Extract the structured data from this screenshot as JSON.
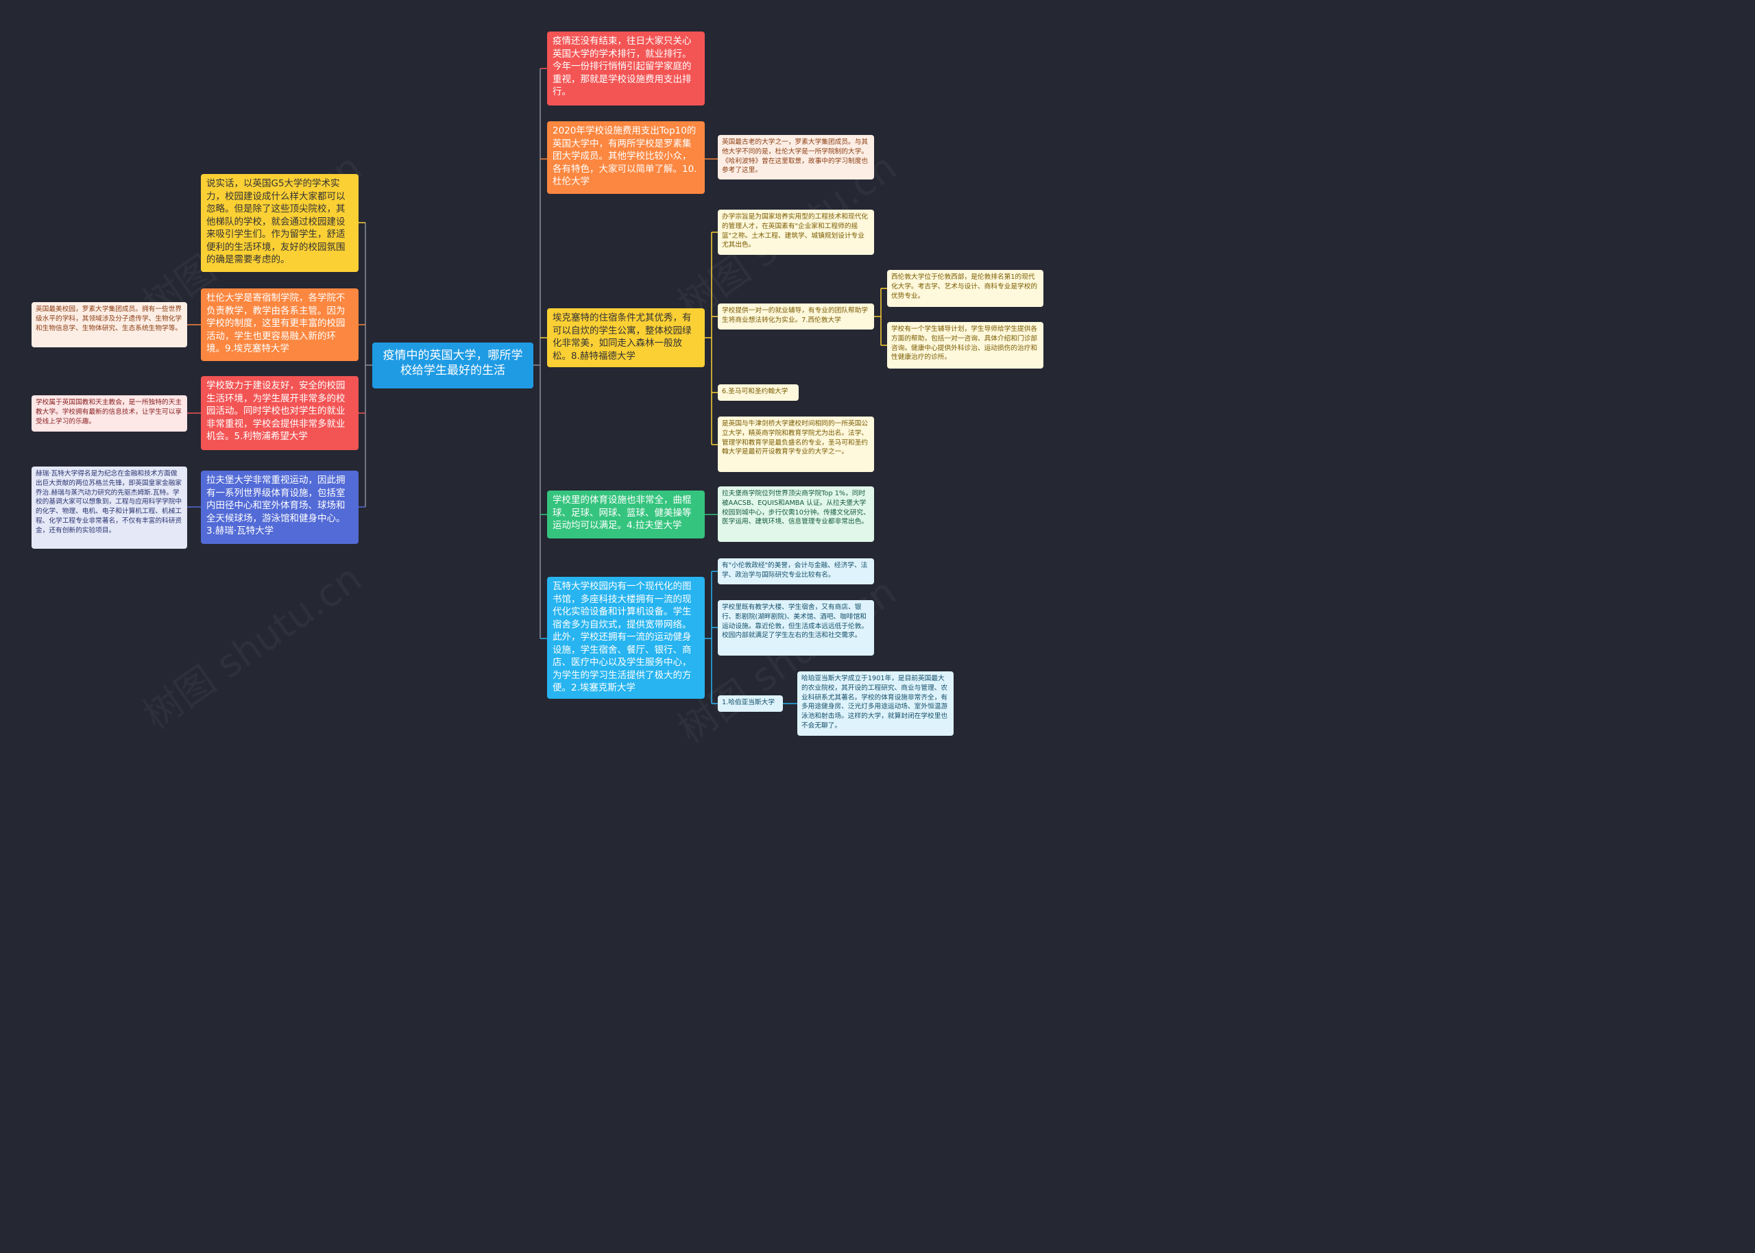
{
  "watermark": "树图 shutu.cn",
  "root": {
    "text": "疫情中的英国大学，哪所学校给学生最好的生活"
  },
  "right": {
    "intro": "疫情还没有结束，往日大家只关心英国大学的学术排行，就业排行。今年一份排行悄悄引起留学家庭的重视，那就是学校设施费用支出排行。",
    "top10": "2020年学校设施费用支出Top10的英国大学中，有两所学校是罗素集团大学成员。其他学校比较小众，各有特色，大家可以简单了解。10.杜伦大学",
    "top10_note": "英国最古老的大学之一，罗素大学集团成员。与其他大学不同的是，杜伦大学是一所学院制的大学。《哈利波特》曾在这里取景，故事中的学习制度也参考了这里。",
    "exeter": "埃克塞特的住宿条件尤其优秀，有可以自炊的学生公寓，整体校园绿化非常美，如同走入森林一般放松。8.赫特福德大学",
    "herts_note": "办学宗旨是为国家培养实用型的工程技术和现代化的管理人才，在英国素有\"企业家和工程师的摇篮\"之称。土木工程、建筑学、城镇规划设计专业尤其出色。",
    "career": "学校提供一对一的就业辅导，有专业的团队帮助学生将商业想法转化为实业。7.西伦敦大学",
    "uwl_note1": "西伦敦大学位于伦敦西部，是伦敦排名第1的现代化大学。考古学、艺术与设计、商科专业是学校的优势专业。",
    "uwl_note2": "学校有一个学生辅导计划，学生导师给学生提供各方面的帮助，包括一对一咨询、具体介绍和门诊部咨询。健康中心提供外科诊治、运动损伤的治疗和性健康治疗的诊所。",
    "stmarys": "6.圣马可和圣约翰大学",
    "stmarys_note": "是英国与牛津剑桥大学建校时间相同的一所英国公立大学，精英商学院和教育学院尤为出名。法学、管理学和教育学是最负盛名的专业，圣马可和圣约翰大学是最初开设教育学专业的大学之一。",
    "sports": "学校里的体育设施也非常全，曲棍球、足球、网球、篮球、健美操等运动均可以满足。4.拉夫堡大学",
    "lboro_note": "拉夫堡商学院位列世界顶尖商学院Top 1%，同时被AACSB、EQUIS和AMBA 认证。从拉夫堡大学校园到城中心，步行仅需10分钟。传播文化研究、医学运用、建筑环境、信息管理专业都非常出色。",
    "essex": "瓦特大学校园内有一个现代化的图书馆，多座科技大楼拥有一流的现代化实验设备和计算机设备。学生宿舍多为自炊式，提供宽带网络。此外，学校还拥有一流的运动健身设施，学生宿舍、餐厅、银行、商店、医疗中心以及学生服务中心，为学生的学习生活提供了极大的方便。2.埃塞克斯大学",
    "essex_note1": "有\"小伦敦政经\"的美誉，会计与金融、经济学、法学、政治学与国际研究专业比较有名。",
    "essex_note2": "学校里既有教学大楼、学生宿舍，又有商店、银行、影剧院(湖畔剧院)、美术馆、酒吧、咖啡馆和运动设施。靠近伦敦，但生活成本远远低于伦敦。校园内部就满足了学生左右的生活和社交需求。",
    "harper": "1.哈伯亚当斯大学",
    "harper_note": "哈珀亚当斯大学成立于1901年，是目前英国最大的农业院校，其开设的工程研究、商业与管理、农业科研系尤其著名。学校的体育设施非常齐全，有多用途健身房、泛光灯多用途运动场、室外恒温游泳池和射击场。这样的大学，就算封闭在学校里也不会无聊了。"
  },
  "left": {
    "g5": "说实话，以英国G5大学的学术实力，校园建设成什么样大家都可以忽略。但是除了这些顶尖院校，其他梯队的学校，就会通过校园建设来吸引学生们。作为留学生，舒适便利的生活环境，友好的校园氛围的确是需要考虑的。",
    "durham": "杜伦大学是寄宿制学院，各学院不负责教学，教学由各系主管。因为学校的制度，这里有更丰富的校园活动，学生也更容易融入新的环境。9.埃克塞特大学",
    "exeter_note": "英国最美校园，罗素大学集团成员。拥有一些世界级水平的学科，其领域涉及分子遗传学、生物化学和生物信息学、生物体研究、生态系统生物学等。",
    "safety": "学校致力于建设友好，安全的校园生活环境，为学生展开非常多的校园活动。同时学校也对学生的就业非常重视，学校会提供非常多就业机会。5.利物浦希望大学",
    "hope_note": "学校属于英国国教和天主教会，是一所独特的天主教大学。学校拥有最新的信息技术，让学生可以享受线上学习的乐趣。",
    "lboro_sport": "拉夫堡大学非常重视运动，因此拥有一系列世界级体育设施，包括室内田径中心和室外体育场、球场和全天候球场，游泳馆和健身中心。3.赫瑞·瓦特大学",
    "hw_note": "赫瑞·瓦特大学得名是为纪念在金融和技术方面做出巨大贡献的两位苏格兰先锋，即英国皇家金融家乔治.赫瑞与蒸汽动力研究的先驱杰姆斯.瓦特。学校的基调大家可以想象到，工程与应用科学学院中的化学、物理、电机、电子和计算机工程、机械工程、化学工程专业非常著名，不仅有丰富的科研资金，还有创新的实验项目。"
  },
  "colors": {
    "red": "#f35454",
    "orange": "#fb8740",
    "yellow": "#fbd034",
    "green": "#35c47e",
    "sky": "#27b4f0",
    "indigo": "#536bd6",
    "root": "#1f9be4"
  }
}
